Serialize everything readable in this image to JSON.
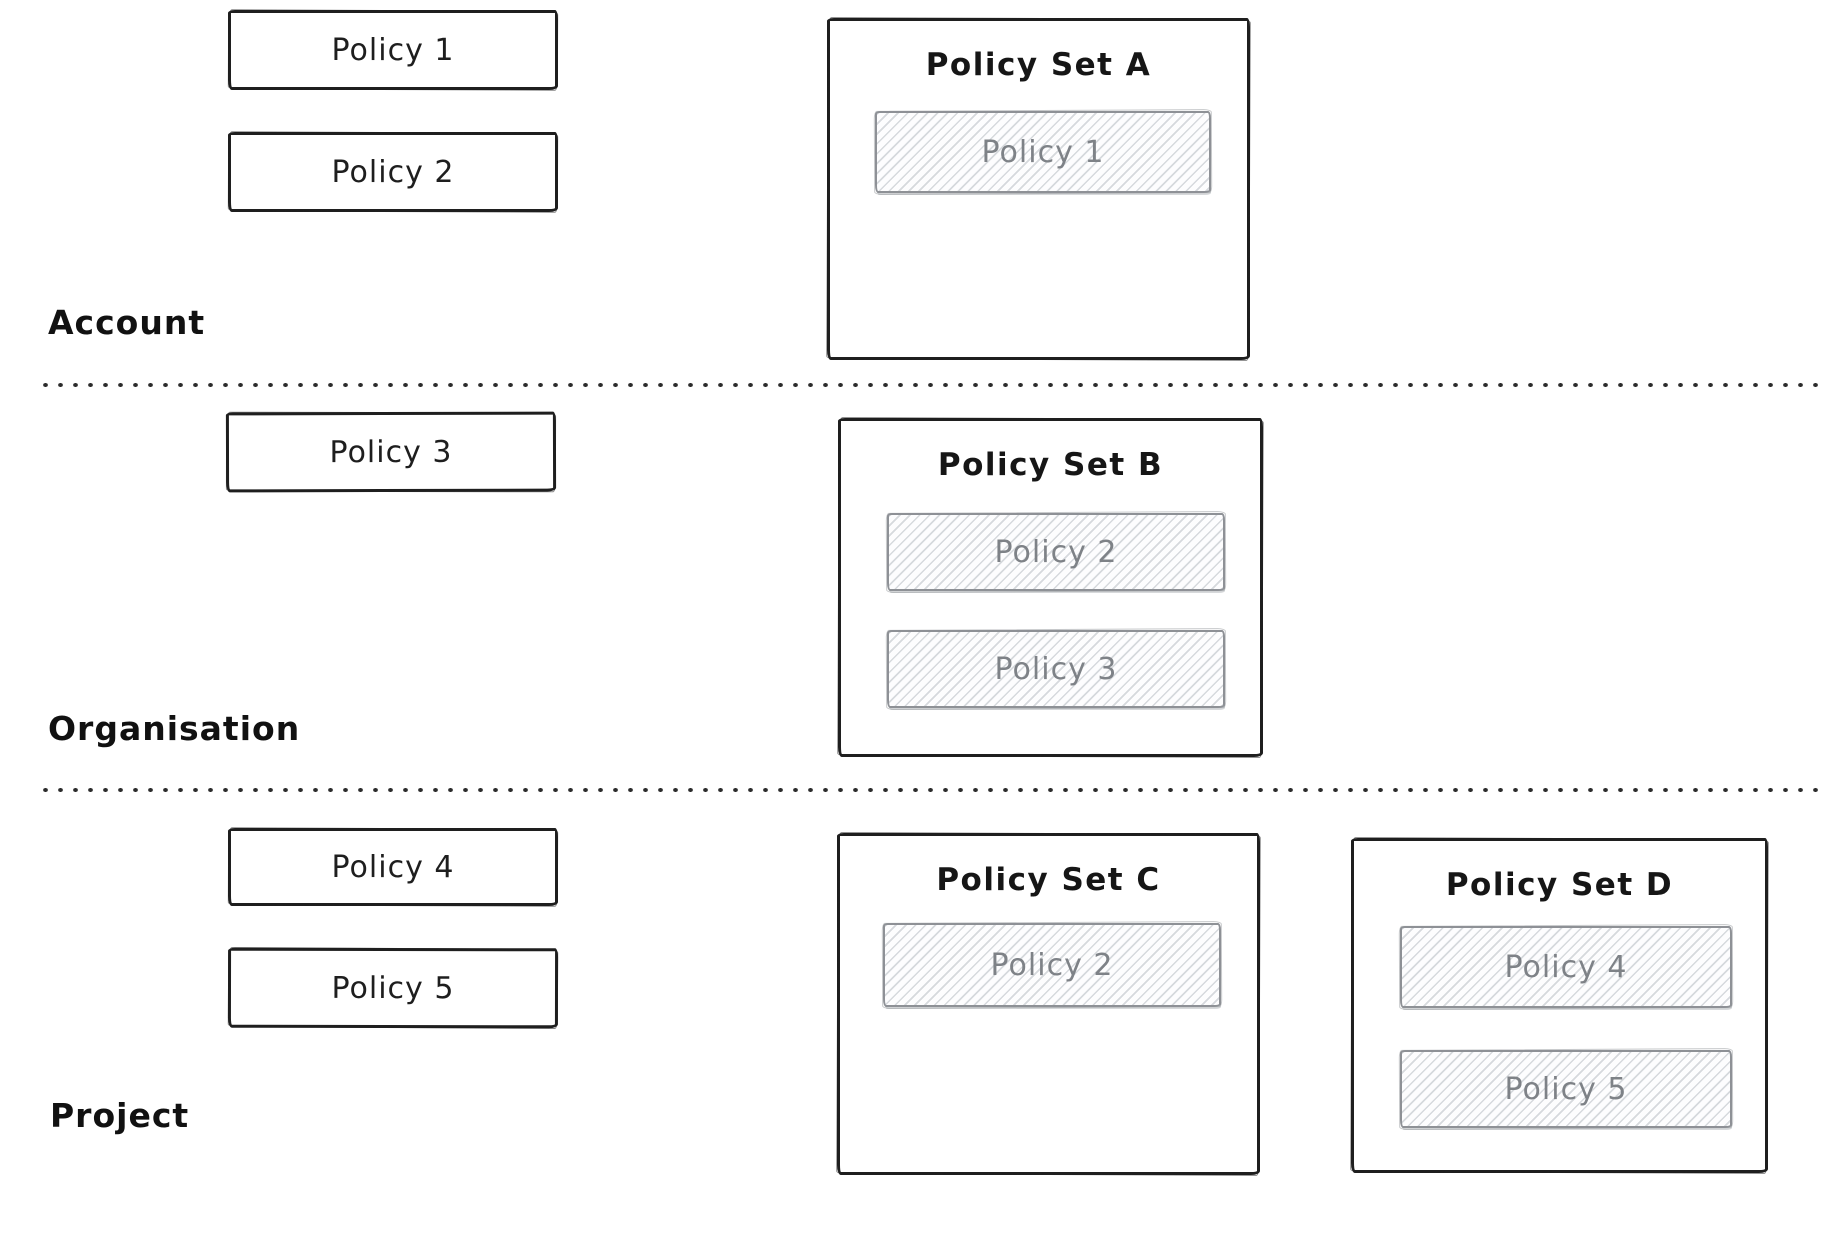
{
  "colors": {
    "ink": "#1e1e1e",
    "muted_border": "#8e9196",
    "muted_text": "#7e8287",
    "background": "#ffffff"
  },
  "sections": [
    {
      "label": "Account",
      "policies": [
        "Policy 1",
        "Policy 2"
      ],
      "policy_sets": [
        {
          "title": "Policy Set A",
          "policies": [
            "Policy 1"
          ]
        }
      ]
    },
    {
      "label": "Organisation",
      "policies": [
        "Policy 3"
      ],
      "policy_sets": [
        {
          "title": "Policy Set B",
          "policies": [
            "Policy 2",
            "Policy 3"
          ]
        }
      ]
    },
    {
      "label": "Project",
      "policies": [
        "Policy 4",
        "Policy 5"
      ],
      "policy_sets": [
        {
          "title": "Policy Set C",
          "policies": [
            "Policy 2"
          ]
        },
        {
          "title": "Policy Set D",
          "policies": [
            "Policy 4",
            "Policy 5"
          ]
        }
      ]
    }
  ]
}
